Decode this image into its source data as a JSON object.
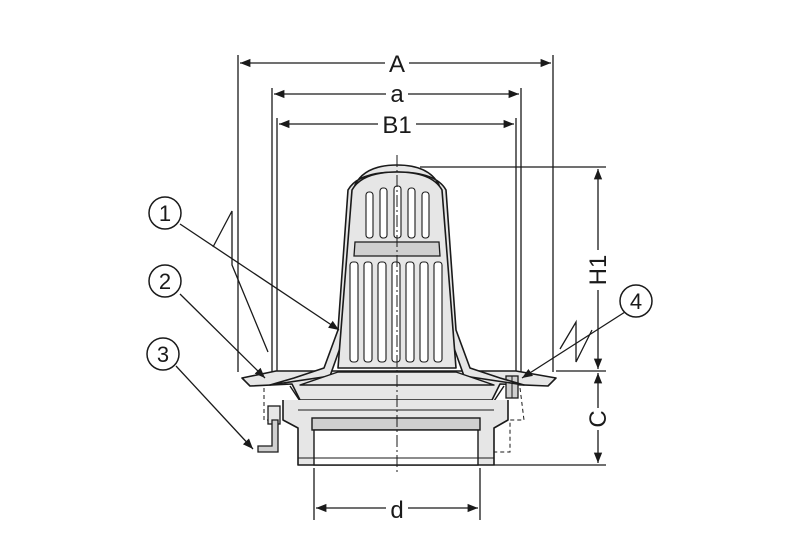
{
  "dimensions": {
    "A": "A",
    "a": "a",
    "B1": "B1",
    "H1": "H1",
    "C": "C",
    "d": "d"
  },
  "callouts": [
    {
      "number": "1"
    },
    {
      "number": "2"
    },
    {
      "number": "3"
    },
    {
      "number": "4"
    }
  ],
  "colors": {
    "line": "#1a1a1a",
    "fill": "#e6e6e6",
    "fill_dark": "#cfcfcf",
    "background": "#ffffff"
  }
}
